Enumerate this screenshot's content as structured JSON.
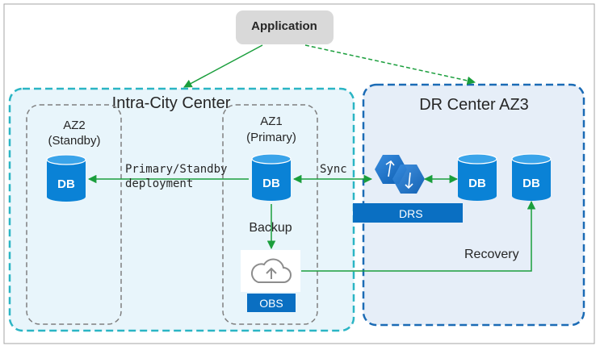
{
  "application": {
    "label": "Application"
  },
  "intra_city": {
    "title": "Intra-City Center",
    "az2": {
      "line1": "AZ2",
      "line2": "(Standby)",
      "db": "DB"
    },
    "az1": {
      "line1": "AZ1",
      "line2": "(Primary)",
      "db": "DB"
    },
    "primary_standby": {
      "line1": "Primary/Standby",
      "line2": "deployment"
    },
    "backup_label": "Backup",
    "obs_label": "OBS"
  },
  "dr_center": {
    "title": "DR Center AZ3",
    "drs_label": "DRS",
    "db1": "DB",
    "db2": "DB",
    "recovery_label": "Recovery"
  },
  "sync_label": "Sync",
  "colors": {
    "green": "#1a9e3c",
    "blue": "#0072c6",
    "db_blue": "#0a82d6",
    "teal": "#2bb5c4",
    "dr_border": "#1b6bb5",
    "intra_fill": "#e8f5fb",
    "dr_fill": "#e6eef8"
  },
  "icons": [
    "cloud-upload-icon",
    "drs-hexagon-icon",
    "database-cylinder-icon"
  ]
}
